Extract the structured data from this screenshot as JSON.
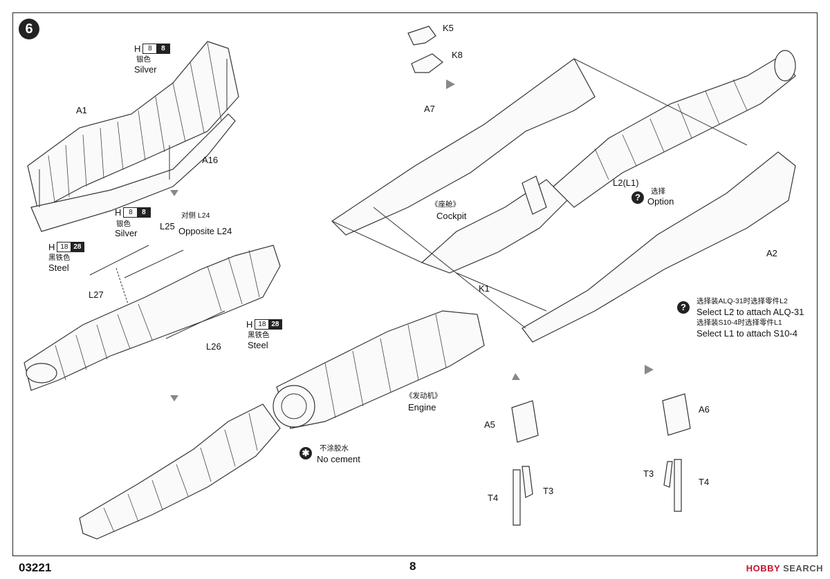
{
  "step": {
    "number": "6"
  },
  "parts": {
    "a1": "A1",
    "a16": "A16",
    "a7": "A7",
    "a2": "A2",
    "k5": "K5",
    "k8": "K8",
    "k1": "K1",
    "l24_cn": "对侧 L24",
    "l24_en": "Opposite L24",
    "l25": "L25",
    "l27": "L27",
    "l26": "L26",
    "l2l1": "L2(L1)",
    "a5": "A5",
    "a6": "A6",
    "t3a": "T3",
    "t4a": "T4",
    "t3b": "T3",
    "t4b": "T4"
  },
  "paints": {
    "silver1": {
      "letter": "H",
      "codes": [
        "8",
        "8"
      ],
      "cn": "银色",
      "en": "Silver"
    },
    "silver2": {
      "letter": "H",
      "codes": [
        "8",
        "8"
      ],
      "cn": "银色",
      "en": "Silver"
    },
    "steel1": {
      "letter": "H",
      "codes": [
        "18",
        "28"
      ],
      "cn": "黑铁色",
      "en": "Steel"
    },
    "steel2": {
      "letter": "H",
      "codes": [
        "18",
        "28"
      ],
      "cn": "黑铁色",
      "en": "Steel"
    }
  },
  "labels": {
    "cockpit_cn": "《座舱》",
    "cockpit_en": "Cockpit",
    "engine_cn": "《发动机》",
    "engine_en": "Engine",
    "option_cn": "选择",
    "option_en": "Option",
    "nocement_cn": "不涂胶水",
    "nocement_en": "No cement",
    "note1_cn": "选择装ALQ-31时选择零件L2",
    "note1_en": "Select L2 to attach ALQ-31",
    "note2_cn": "选择装S10-4时选择零件L1",
    "note2_en": "Select L1 to attach S10-4",
    "qmark": "?",
    "cement_symbol": "✱"
  },
  "footer": {
    "code": "03221",
    "page": "8"
  },
  "watermark": {
    "brand_a": "HOBBY",
    "brand_b": "SEARCH"
  },
  "icons": {
    "question": "question-circle-icon",
    "no_cement": "no-cement-icon",
    "arrow": "assembly-arrow-icon"
  }
}
